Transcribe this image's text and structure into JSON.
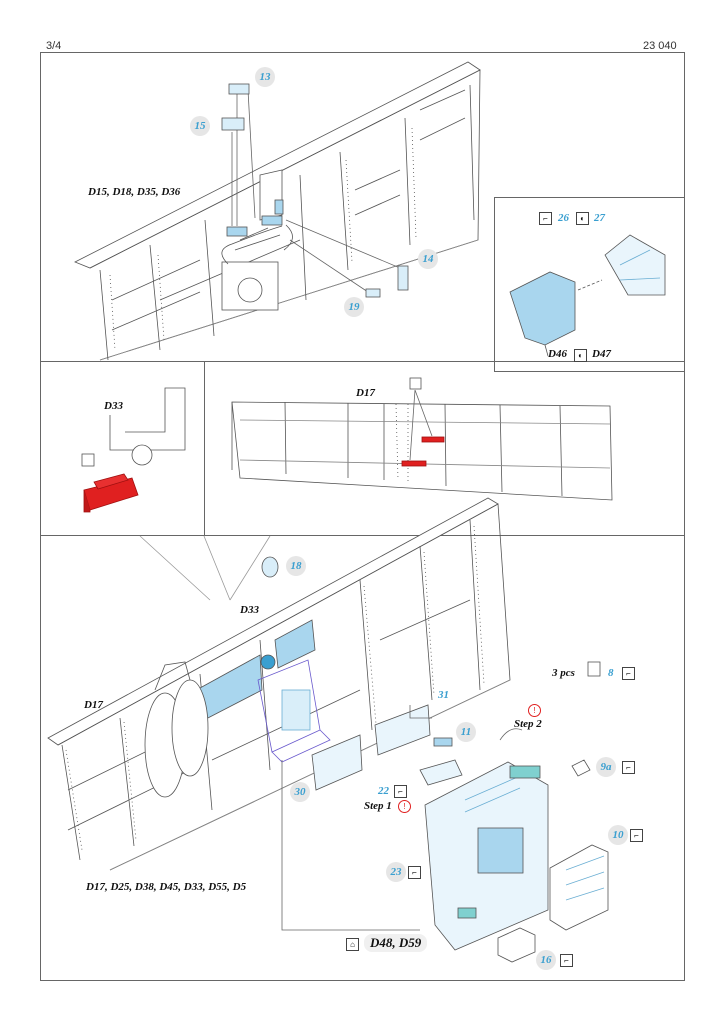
{
  "header": {
    "page": "3/4",
    "code": "23 040"
  },
  "panel_top": {
    "label": "D15, D18, D35, D36",
    "callouts": [
      "13",
      "15",
      "14",
      "19"
    ]
  },
  "panel_inset": {
    "callouts": [
      "26",
      "27"
    ],
    "label": "D46",
    "label2": "D47"
  },
  "panel_mid_left": {
    "label": "D33"
  },
  "panel_mid_right": {
    "label": "D17"
  },
  "panel_bottom": {
    "label_d33": "D33",
    "label_d17": "D17",
    "bottom_label": "D17, D25, D38, D45, D33, D55, D5",
    "pcs_label": "3 pcs",
    "step1": "Step 1",
    "step2": "Step 2",
    "box_label": "D48, D59",
    "callouts": {
      "c18": "18",
      "c8": "8",
      "c31": "31",
      "c11": "11",
      "c9a": "9a",
      "c22": "22",
      "c30": "30",
      "c10": "10",
      "c23": "23",
      "c16": "16"
    }
  },
  "colors": {
    "accent_blue": "#3a9fd0",
    "part_blue": "#a9d6ee",
    "highlight_red": "#e02020"
  }
}
